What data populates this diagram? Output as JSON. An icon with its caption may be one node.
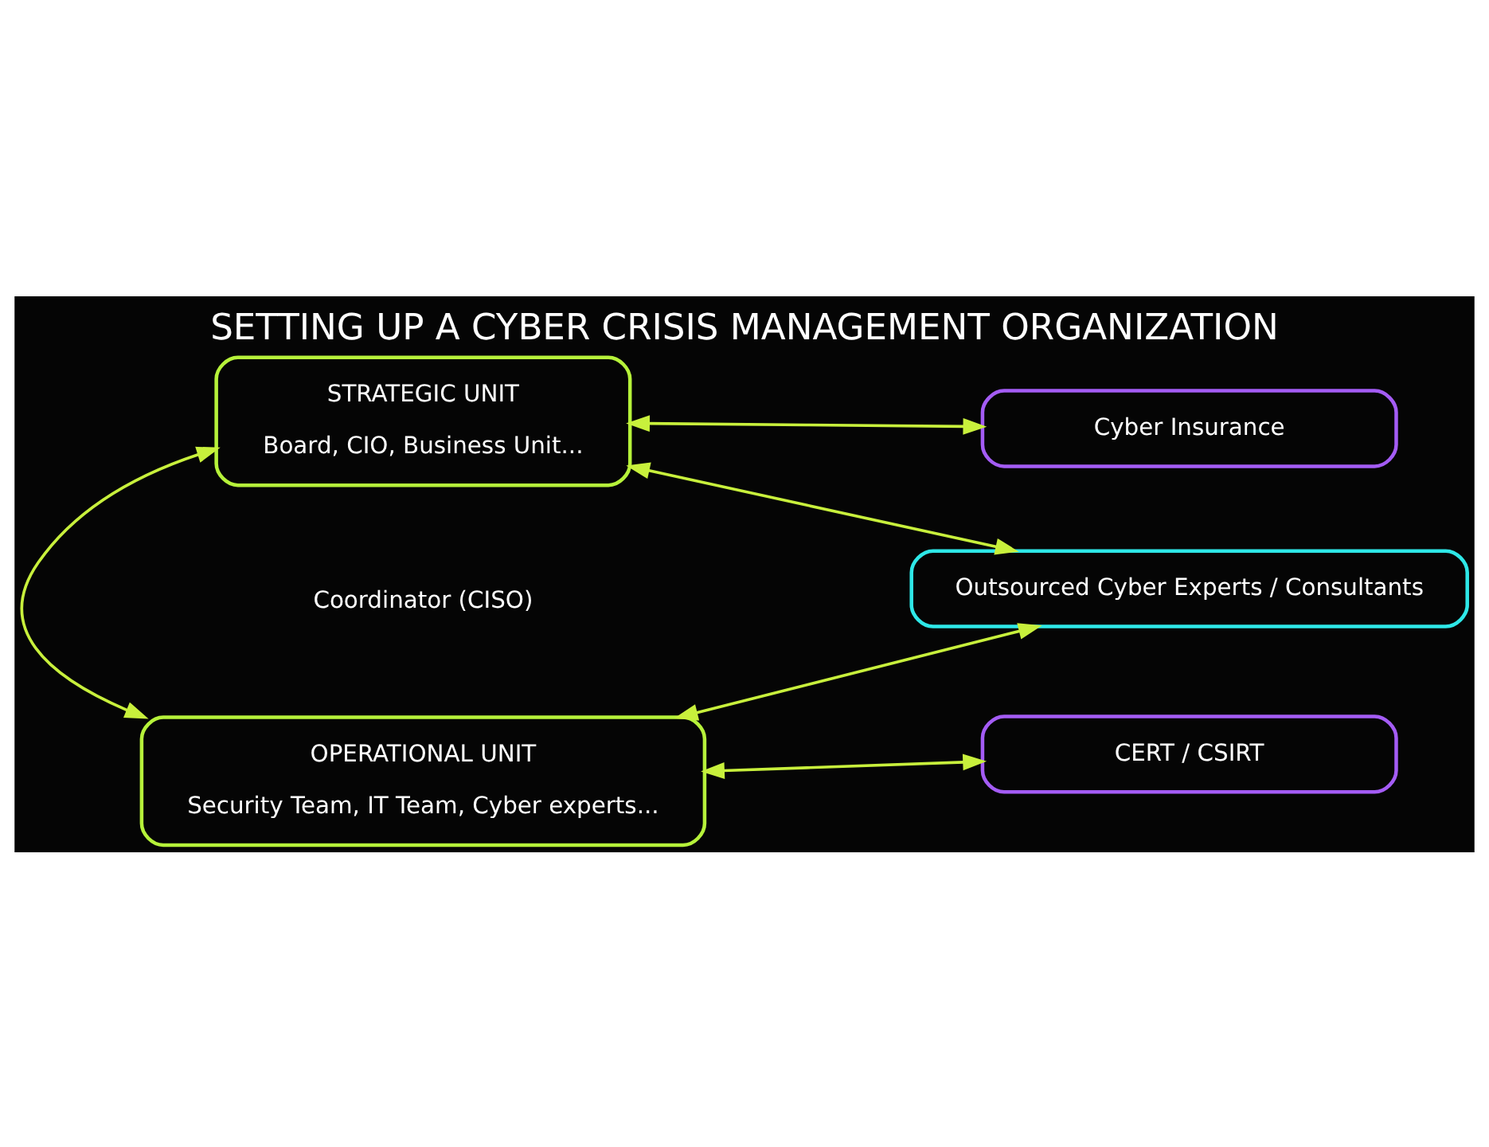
{
  "diagram": {
    "title": "SETTING UP A CYBER CRISIS MANAGEMENT ORGANIZATION",
    "nodes": [
      {
        "text": [
          "STRATEGIC UNIT",
          "Board, CIO, Business Unit..."
        ]
      },
      {
        "text": [
          "Cyber Insurance"
        ]
      },
      {
        "text": [
          "Outsourced Cyber Experts / Consultants"
        ]
      },
      {
        "text": [
          "OPERATIONAL UNIT",
          "Security Team, IT Team, Cyber experts..."
        ]
      },
      {
        "text": [
          "CERT / CSIRT"
        ]
      }
    ],
    "edges": [
      {
        "from": 0,
        "to": 1,
        "arrow": "both"
      },
      {
        "from": 0,
        "to": 3,
        "arrow": "both"
      },
      {
        "from": 0,
        "to": 2,
        "arrow": "both"
      },
      {
        "from": 3,
        "to": 2,
        "arrow": "both"
      },
      {
        "from": 3,
        "to": 4,
        "arrow": "both"
      }
    ],
    "labels": [
      "Coordinator (CISO)"
    ]
  }
}
